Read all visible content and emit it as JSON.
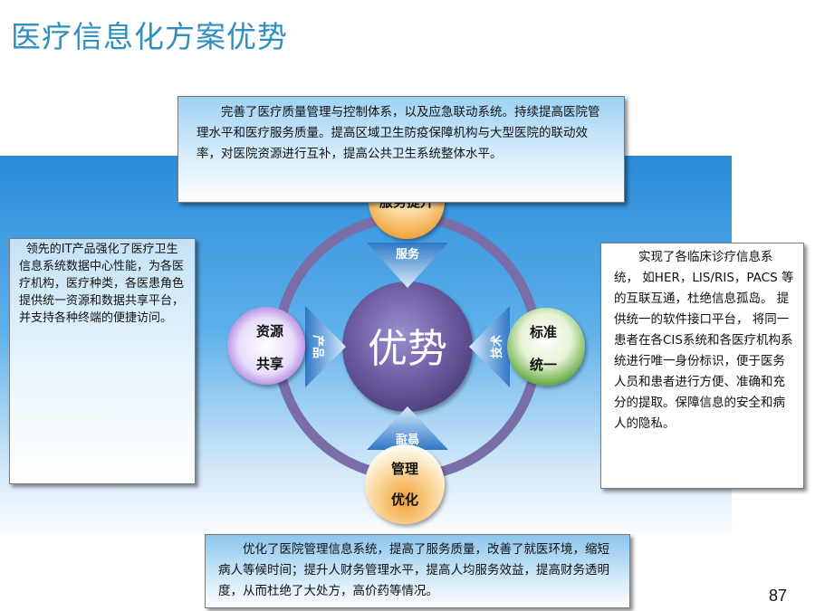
{
  "title": "医疗信息化方案优势",
  "center": "优势",
  "nodes": {
    "top": "服务提升",
    "left_line1": "资源",
    "left_line2": "共享",
    "right_line1": "标准",
    "right_line2": "统一",
    "bottom_line1": "管理",
    "bottom_line2": "优化"
  },
  "arrows": {
    "top": "服务",
    "left": "产品",
    "right": "技术",
    "bottom": "管理"
  },
  "texts": {
    "top": "完善了医疗质量管理与控制体系，以及应急联动系统。持续提高医院管理水平和医疗服务质量。提高区域卫生防疫保障机构与大型医院的联动效率，对医院资源进行互补，提高公共卫生系统整体水平。",
    "left": "领先的IT产品强化了医疗卫生信息系统数据中心性能，为各医疗机构，医疗种类，各医患角色提供统一资源和数据共享平台，并支持各种终端的便捷访问。",
    "right": "实现了各临床诊疗信息系统， 如HER，LIS/RIS，PACS 等的互联互通，杜绝信息孤岛。 提供统一的软件接口平台， 将同一患者在各CIS系统和各医疗机构系统进行唯一身份标识，便于医务人员和患者进行方便、准确和充分的提取。保障信息的安全和病人的隐私。",
    "bottom": "优化了医院管理信息系统，提高了服务质量，改善了就医环境，缩短病人等候时间；提升人财务管理水平，提高人均服务效益，提高财务透明度，从而杜绝了大处方，高价药等情况。"
  },
  "page_number": "87",
  "colors": {
    "title": "#2f8fbf",
    "ring": "#7a6ea8",
    "center": "#6a5a9e",
    "node_top": "#f0a23a",
    "node_left": "#8b4fd0",
    "node_right": "#4c9a22",
    "node_bottom": "#f0a23a",
    "arrow": "#3b86d6"
  }
}
